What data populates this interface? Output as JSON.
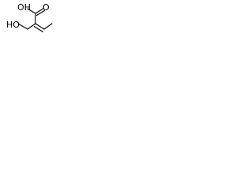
{
  "molecule": {
    "atoms": {
      "carboxyl_oh": "OH",
      "carbonyl_o": "O",
      "hydroxyl_ho": "HO"
    }
  },
  "colors": {
    "bond": "#000000",
    "label": "#000000",
    "background": "#ffffff"
  }
}
